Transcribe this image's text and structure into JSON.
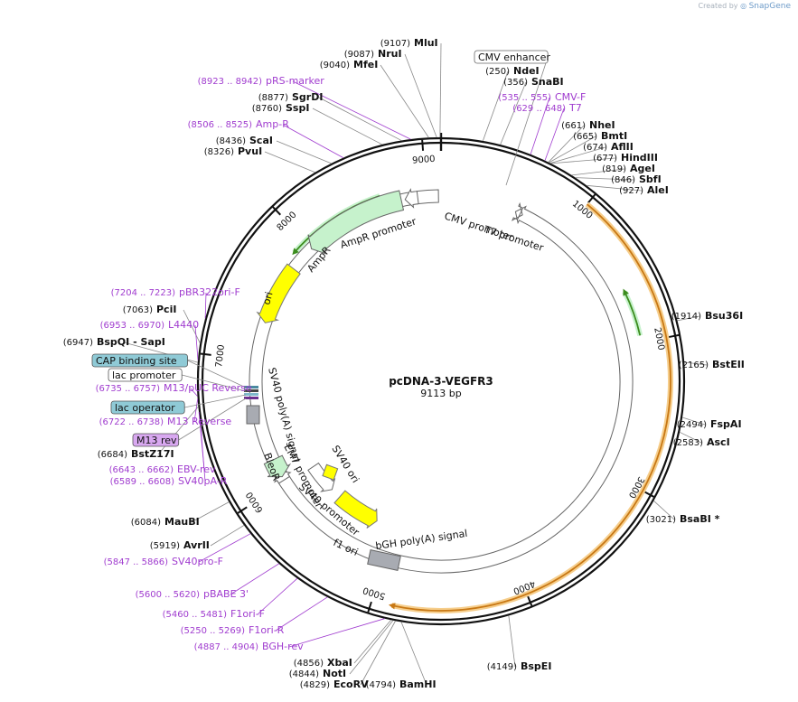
{
  "credit": {
    "prefix": "Created by",
    "brand": "SnapGene"
  },
  "plasmid": {
    "name": "pcDNA-3-VEGFR3",
    "length": 9113,
    "length_label": "9113 bp"
  },
  "colors": {
    "primer": "#a03ccf",
    "backbone": "#111111",
    "feature_outline": "#555555",
    "cds_fill": "#c6f2cc",
    "ori_fill": "#ffff00",
    "polya_fill": "#a8abb2",
    "highlight": "#f6ce8c",
    "green_arrow": "#3c8c1e",
    "orange_arrow": "#c87814",
    "bind_box": "#8fcad6",
    "m13_box": "#d8a8f0"
  },
  "ticks": [
    {
      "bp": 1000,
      "label": "1000"
    },
    {
      "bp": 2000,
      "label": "2000"
    },
    {
      "bp": 3000,
      "label": "3000"
    },
    {
      "bp": 4000,
      "label": "4000"
    },
    {
      "bp": 5000,
      "label": "5000"
    },
    {
      "bp": 6000,
      "label": "6000"
    },
    {
      "bp": 7000,
      "label": "7000"
    },
    {
      "bp": 8000,
      "label": "8000"
    },
    {
      "bp": 9000,
      "label": "9000"
    }
  ],
  "enzymes": [
    {
      "name": "MluI",
      "pos": "(9107)"
    },
    {
      "name": "NruI",
      "pos": "(9087)"
    },
    {
      "name": "MfeI",
      "pos": "(9040)"
    },
    {
      "name": "SgrDI",
      "pos": "(8877)"
    },
    {
      "name": "SspI",
      "pos": "(8760)"
    },
    {
      "name": "ScaI",
      "pos": "(8436)"
    },
    {
      "name": "PvuI",
      "pos": "(8326)"
    },
    {
      "name": "NdeI",
      "pos": "(250)"
    },
    {
      "name": "SnaBI",
      "pos": "(356)"
    },
    {
      "name": "NheI",
      "pos": "(661)"
    },
    {
      "name": "BmtI",
      "pos": "(665)"
    },
    {
      "name": "AflII",
      "pos": "(674)"
    },
    {
      "name": "HindIII",
      "pos": "(677)"
    },
    {
      "name": "AgeI",
      "pos": "(819)"
    },
    {
      "name": "SbfI",
      "pos": "(846)"
    },
    {
      "name": "AleI",
      "pos": "(927)"
    },
    {
      "name": "Bsu36I",
      "pos": "(1914)"
    },
    {
      "name": "BstEII",
      "pos": "(2165)"
    },
    {
      "name": "FspAI",
      "pos": "(2494)"
    },
    {
      "name": "AscI",
      "pos": "(2583)"
    },
    {
      "name": "BsaBI *",
      "pos": "(3021)"
    },
    {
      "name": "BspEI",
      "pos": "(4149)"
    },
    {
      "name": "BamHI",
      "pos": "(4794)"
    },
    {
      "name": "XbaI",
      "pos": "(4856)"
    },
    {
      "name": "NotI",
      "pos": "(4844)"
    },
    {
      "name": "EcoRV",
      "pos": "(4829)"
    },
    {
      "name": "MauBI",
      "pos": "(6084)"
    },
    {
      "name": "AvrII",
      "pos": "(5919)"
    },
    {
      "name": "BstZ17I",
      "pos": "(6684)"
    },
    {
      "name": "PciI",
      "pos": "(7063)"
    },
    {
      "name": "BspQI - SapI",
      "pos": "(6947)"
    }
  ],
  "primers": [
    {
      "name": "pRS-marker",
      "range": "(8923 .. 8942)"
    },
    {
      "name": "Amp-R",
      "range": "(8506 .. 8525)"
    },
    {
      "name": "CMV-F",
      "range": "(535 .. 555)"
    },
    {
      "name": "T7",
      "range": "(629 .. 648)"
    },
    {
      "name": "pBR322ori-F",
      "range": "(7204 .. 7223)"
    },
    {
      "name": "L4440",
      "range": "(6953 .. 6970)"
    },
    {
      "name": "M13/pUC Reverse",
      "range": "(6735 .. 6757)"
    },
    {
      "name": "M13 Reverse",
      "range": "(6722 .. 6738)"
    },
    {
      "name": "EBV-rev",
      "range": "(6643 .. 6662)"
    },
    {
      "name": "SV40pA-R",
      "range": "(6589 .. 6608)"
    },
    {
      "name": "SV40pro-F",
      "range": "(5847 .. 5866)"
    },
    {
      "name": "pBABE 3'",
      "range": "(5600 .. 5620)"
    },
    {
      "name": "F1ori-F",
      "range": "(5460 .. 5481)"
    },
    {
      "name": "F1ori-R",
      "range": "(5250 .. 5269)"
    },
    {
      "name": "BGH-rev",
      "range": "(4887 .. 4904)"
    }
  ],
  "boxed_labels": [
    {
      "name": "CMV enhancer"
    },
    {
      "name": "CAP binding site"
    },
    {
      "name": "lac promoter"
    },
    {
      "name": "lac operator"
    },
    {
      "name": "M13 rev"
    }
  ],
  "features": [
    {
      "name": "CMV promoter"
    },
    {
      "name": "T7 promoter"
    },
    {
      "name": "AmpR promoter"
    },
    {
      "name": "AmpR"
    },
    {
      "name": "ori"
    },
    {
      "name": "SV40 poly(A) signal"
    },
    {
      "name": "EM7 promoter"
    },
    {
      "name": "BleoR"
    },
    {
      "name": "SV40 ori"
    },
    {
      "name": "SV40 promoter"
    },
    {
      "name": "f1 ori"
    },
    {
      "name": "bGH poly(A) signal"
    }
  ]
}
